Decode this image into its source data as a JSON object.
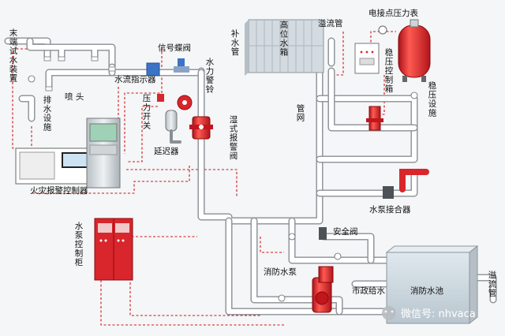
{
  "labels": {
    "test_drain": "末端试水装置",
    "sprinkler_head": "喷 头",
    "drain_facility": "排水设施",
    "signal_butterfly_valve": "信号蝶阀",
    "water_flow_indicator": "水流指示器",
    "water_motor_alarm": "水力警铃",
    "pressure_switch": "压力开关",
    "retard_chamber": "延迟器",
    "wet_alarm_valve": "湿式报警阀",
    "fire_alarm_controller": "火灾报警控制器",
    "make_up_pipe": "补水管",
    "elevated_tank": "高位水箱",
    "overflow_pipe": "溢流管",
    "ecp_gauge": "电接点压力表",
    "pressure_control_box": "稳压控制箱",
    "pressure_stabilizer": "稳压设施",
    "pipe_network": "管网",
    "pump_adapter": "水泵接合器",
    "safety_valve": "安全阀",
    "pump_control_cabinet": "水泵控制柜",
    "fire_pump": "消防水泵",
    "municipal_supply": "市政给水",
    "fire_pool": "消防水池",
    "overflow_pipe_2": "溢流管"
  },
  "watermark": "微信号: nhvaca",
  "colors": {
    "pipe": "#ffffff",
    "pipe_edge": "#8a8f94",
    "signal_wire": "#d0151b",
    "equipment_red": "#d8262c",
    "tank": "#cfd6dc",
    "background": "#f4f6f7"
  }
}
